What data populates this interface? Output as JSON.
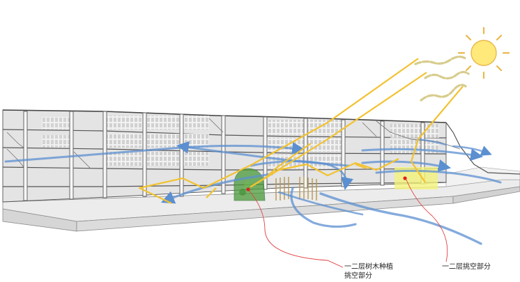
{
  "annotations": {
    "left_line1": "一二层树木种植",
    "left_line2": "挑空部分",
    "right": "一二层挑空部分"
  },
  "colors": {
    "sun": "#ffe97a",
    "sun_stroke": "#e8b84a",
    "sunlight_ray": "#f2c230",
    "heat_wave": "#d8cc8c",
    "wind_flow": "#5b8fd0",
    "tree_void": "#4a9a3a",
    "atrium_void": "#f4f27a",
    "leader_line": "#e04040",
    "marker_dot": "#e02020",
    "building_line": "#555555",
    "building_fill": "#e6e6e6"
  },
  "icons": [
    "sun-icon",
    "wind-arrow-icon",
    "sunlight-ray-icon"
  ]
}
